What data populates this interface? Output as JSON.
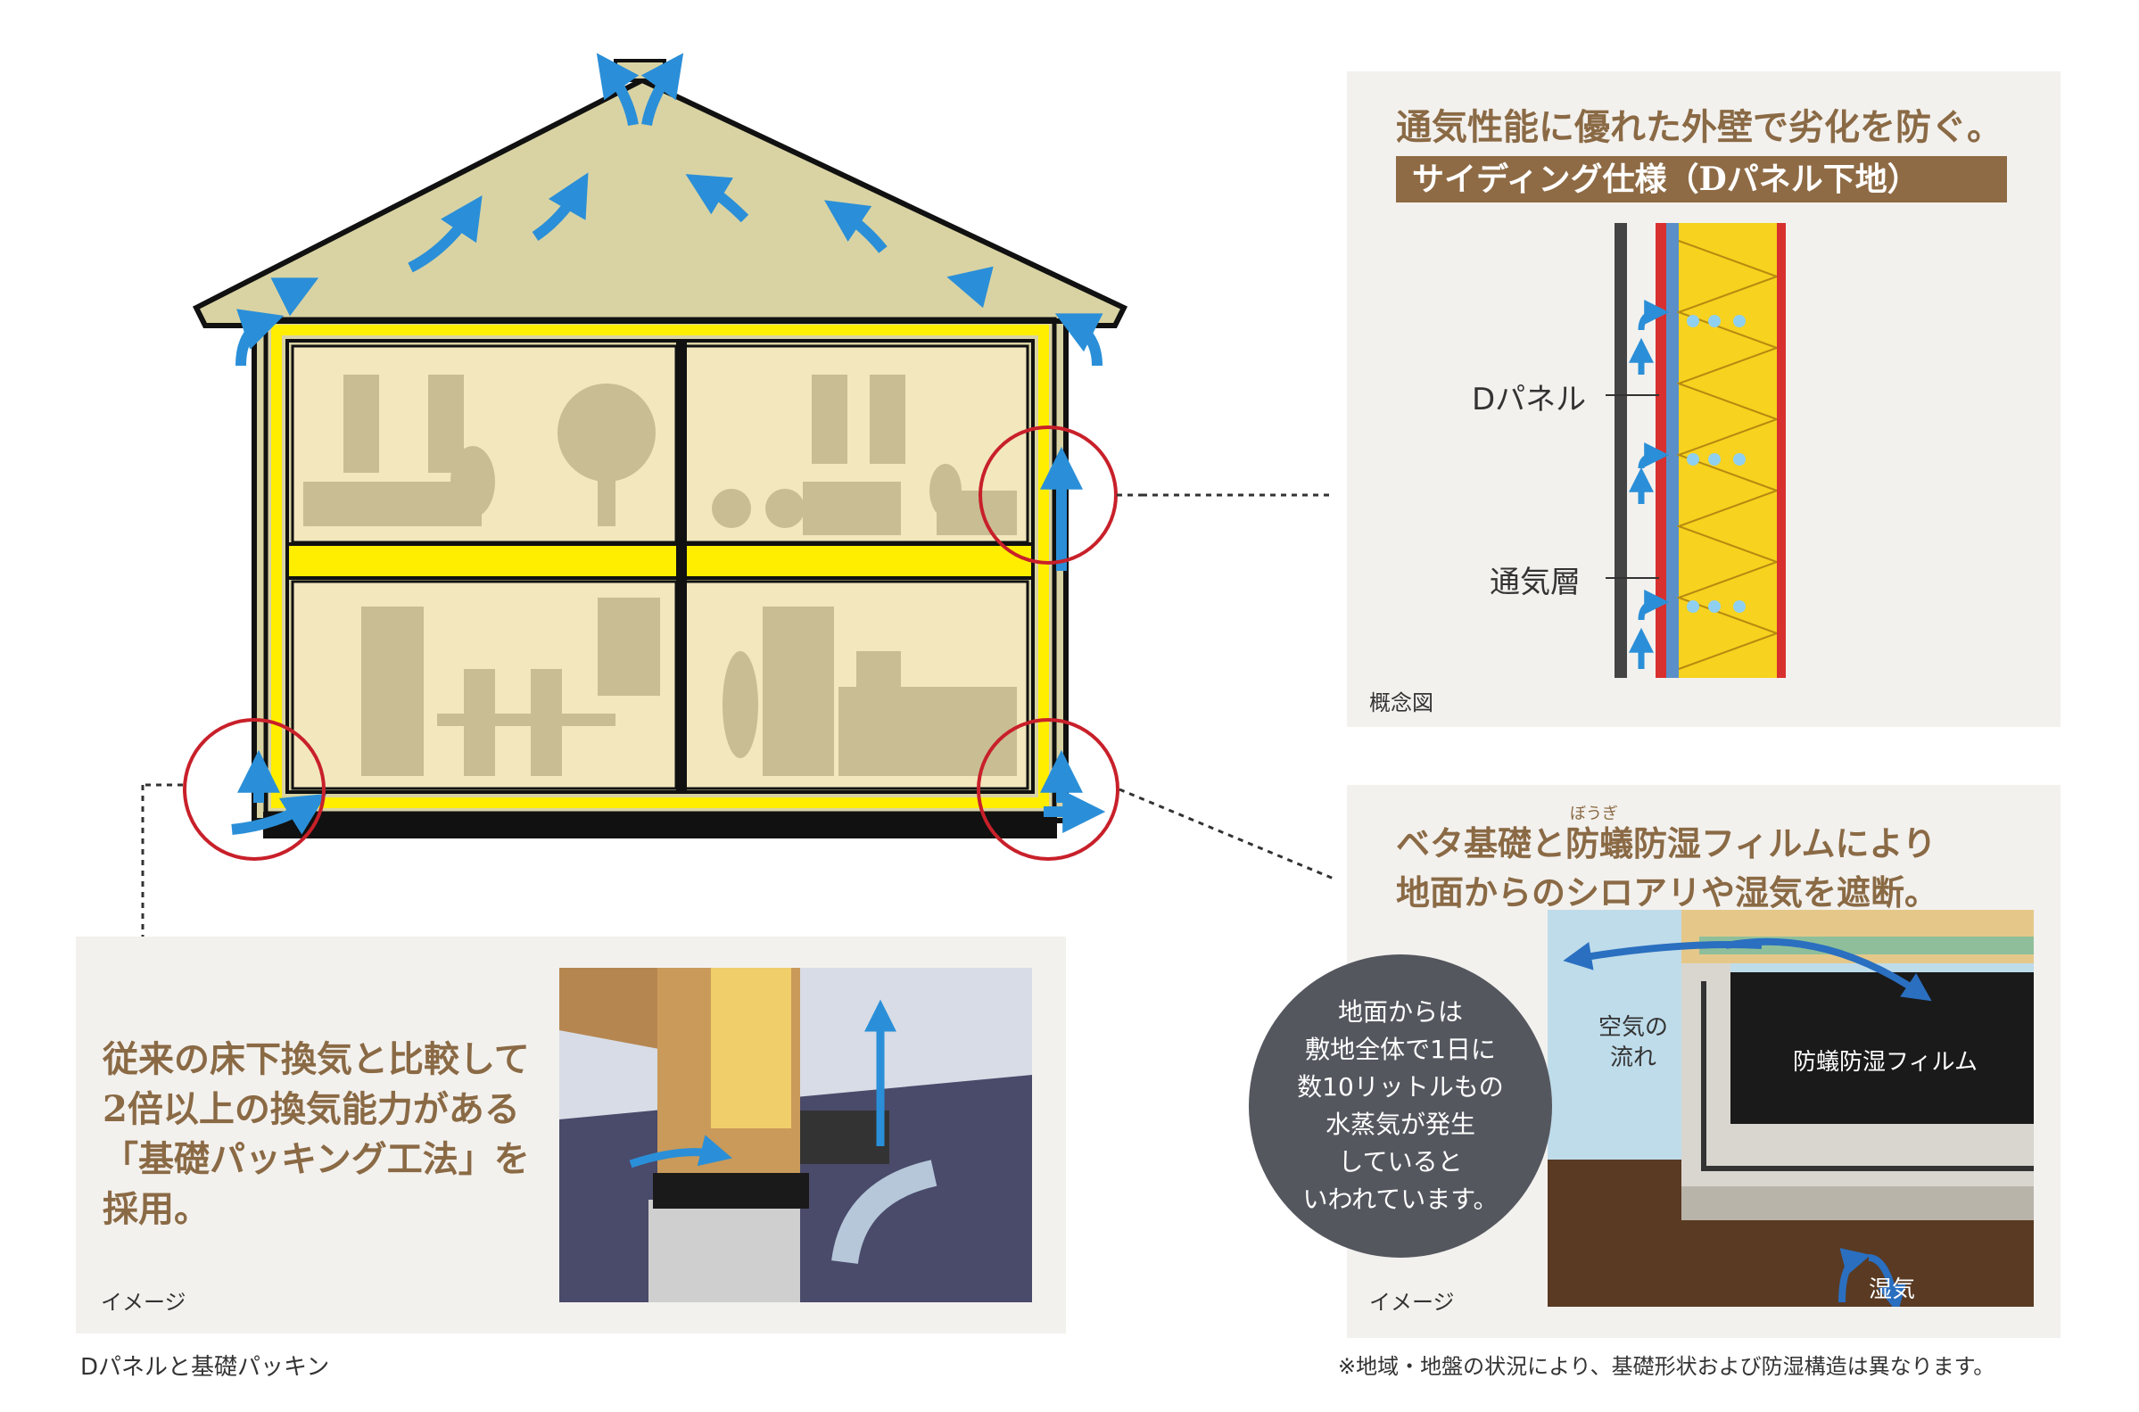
{
  "siding": {
    "title": "通気性能に優れた外壁で劣化を防ぐ。",
    "band": "サイディング仕様（Dパネル下地）",
    "label_dpanel": "Dパネル",
    "label_layer": "通気層",
    "caption": "概念図"
  },
  "foundation": {
    "ruby": "ぼうぎ",
    "title_line1": "ベタ基礎と防蟻防湿フィルムにより",
    "title_line2": "地面からのシロアリや湿気を遮断。",
    "circle_lines": [
      "地面からは",
      "敷地全体で1日に",
      "数10リットルもの",
      "水蒸気が発生",
      "しているといわれています。"
    ],
    "circle_l1": "地面からは",
    "circle_l2": "敷地全体で1日に",
    "circle_l3": "数10リットルもの",
    "circle_l4": "水蒸気が発生",
    "circle_l5": "していると",
    "circle_l6": "いわれています。",
    "air_label_1": "空気の",
    "air_label_2": "流れ",
    "film_label": "防蟻防湿フィルム",
    "moisture_label": "湿気",
    "caption": "イメージ",
    "note": "※地域・地盤の状況により、基礎形状および防湿構造は異なります。"
  },
  "packing": {
    "line1": "従来の床下換気と比較して",
    "line2": "2倍以上の換気能力がある",
    "line3": "「基礎パッキング工法」を",
    "line4": "採用。",
    "caption": "イメージ",
    "bottom_label": "Dパネルと基礎パッキン"
  },
  "colors": {
    "arrow_blue": "#2a8fd8",
    "frame_yellow": "#ffee00",
    "callout_red": "#c8202a",
    "title_brown": "#8a6a45",
    "band_brown": "#8e6b45",
    "house_fill": "#d9d3a3",
    "room_fill": "#f2e7bd",
    "insulation_yellow": "#f7d21e"
  }
}
